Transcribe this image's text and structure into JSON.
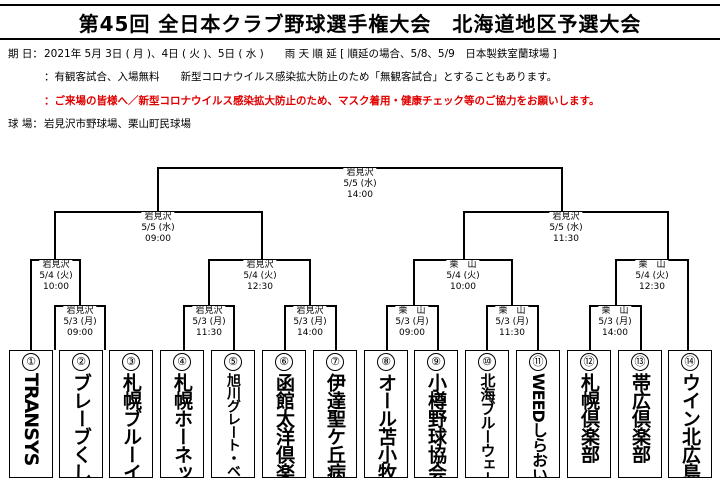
{
  "title": "第45回 全日本クラブ野球選手権大会　北海道地区予選大会",
  "schedule": {
    "label": "期 日：",
    "text": "2021年 5月 3日 ( 月 )、4日 ( 火 )、5日 ( 水 )　　雨 天 順 延 [ 順延の場合、5/8、5/9　日本製鉄室蘭球場 ]"
  },
  "notice1": "：有観客試合、入場無料　　新型コロナウイルス感染拡大防止のため「無観客試合」とすることもあります。",
  "notice2": "：ご来場の皆様へ／新型コロナウイルス感染拡大防止のため、マスク着用・健康チェック等のご協力をお願いします。",
  "venue": {
    "label": "球 場：",
    "text": "岩見沢市野球場、栗山町民球場"
  },
  "games": [
    {
      "id": "final",
      "venue": "岩見沢",
      "date": "5/5 (水)",
      "time": "14:00"
    },
    {
      "id": "sf1",
      "venue": "岩見沢",
      "date": "5/5 (水)",
      "time": "09:00"
    },
    {
      "id": "sf2",
      "venue": "岩見沢",
      "date": "5/5 (水)",
      "time": "11:30"
    },
    {
      "id": "qf1",
      "venue": "岩見沢",
      "date": "5/4 (火)",
      "time": "10:00"
    },
    {
      "id": "qf2",
      "venue": "岩見沢",
      "date": "5/4 (火)",
      "time": "12:30"
    },
    {
      "id": "qf3",
      "venue": "栗　山",
      "date": "5/4 (火)",
      "time": "10:00"
    },
    {
      "id": "qf4",
      "venue": "栗　山",
      "date": "5/4 (火)",
      "time": "12:30"
    },
    {
      "id": "r1",
      "venue": "岩見沢",
      "date": "5/3 (月)",
      "time": "09:00"
    },
    {
      "id": "r2",
      "venue": "岩見沢",
      "date": "5/3 (月)",
      "time": "11:30"
    },
    {
      "id": "r3",
      "venue": "岩見沢",
      "date": "5/3 (月)",
      "time": "14:00"
    },
    {
      "id": "r4",
      "venue": "栗　山",
      "date": "5/3 (月)",
      "time": "09:00"
    },
    {
      "id": "r5",
      "venue": "栗　山",
      "date": "5/3 (月)",
      "time": "11:30"
    },
    {
      "id": "r6",
      "venue": "栗　山",
      "date": "5/3 (月)",
      "time": "14:00"
    }
  ],
  "teams": [
    {
      "num": "①",
      "name": "TRANSYS"
    },
    {
      "num": "②",
      "name": "ブレーブくしろ"
    },
    {
      "num": "③",
      "name": "札幌ブルーインズ"
    },
    {
      "num": "④",
      "name": "札幌ホーネッツ"
    },
    {
      "num": "⑤",
      "name": "旭川グレート・ベアーズ"
    },
    {
      "num": "⑥",
      "name": "函館太洋倶楽部"
    },
    {
      "num": "⑦",
      "name": "伊達聖ケ丘病院"
    },
    {
      "num": "⑧",
      "name": "オール苫小牧"
    },
    {
      "num": "⑨",
      "name": "小樽野球協会"
    },
    {
      "num": "⑩",
      "name": "北海ブルーウェーブ"
    },
    {
      "num": "⑪",
      "name": "WEEDしらおい"
    },
    {
      "num": "⑫",
      "name": "札幌倶楽部"
    },
    {
      "num": "⑬",
      "name": "帯広倶楽部"
    },
    {
      "num": "⑭",
      "name": "ウイン北広島"
    }
  ]
}
